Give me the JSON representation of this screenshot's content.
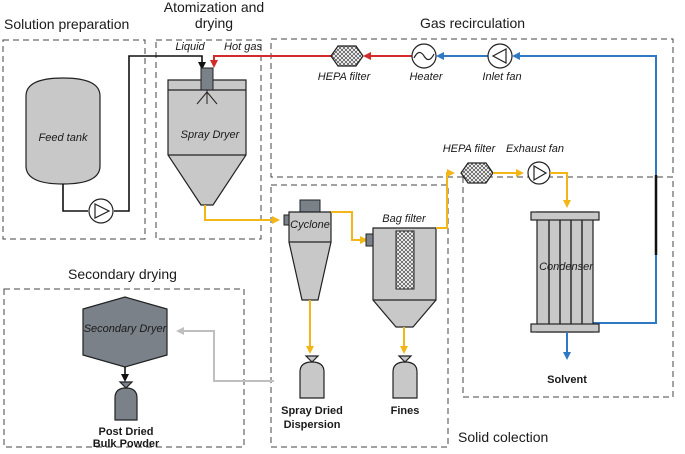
{
  "sections": {
    "solution_preparation": "Solution preparation",
    "atomization_line1": "Atomization and",
    "atomization_line2": "drying",
    "gas_recirculation": "Gas recirculation",
    "secondary_drying": "Secondary drying",
    "solid_collection": "Solid colection"
  },
  "labels": {
    "feed_tank": "Feed tank",
    "liquid": "Liquid",
    "hot_gas": "Hot gas",
    "spray_dryer": "Spray Dryer",
    "hepa_filter_top": "HEPA filter",
    "heater": "Heater",
    "inlet_fan": "Inlet fan",
    "hepa_filter_mid": "HEPA filter",
    "exhaust_fan": "Exhaust fan",
    "cyclone": "Cyclone",
    "bag_filter": "Bag filter",
    "condenser": "Condenser",
    "solvent": "Solvent",
    "secondary_dryer": "Secondary Dryer",
    "spray_dried_line1": "Spray Dried",
    "spray_dried_line2": "Dispersion",
    "fines": "Fines",
    "post_dried_line1": "Post Dried",
    "post_dried_line2": "Bulk Powder"
  },
  "colors": {
    "product_line": "#f2b619",
    "cold_gas_line": "#2f78c4",
    "hot_gas_line": "#d22b2b",
    "liquid_line": "#111111",
    "transfer_line": "#bfbfbf",
    "equipment_fill": "#c8c8c8",
    "secondary_dryer_fill": "#7a8189"
  }
}
